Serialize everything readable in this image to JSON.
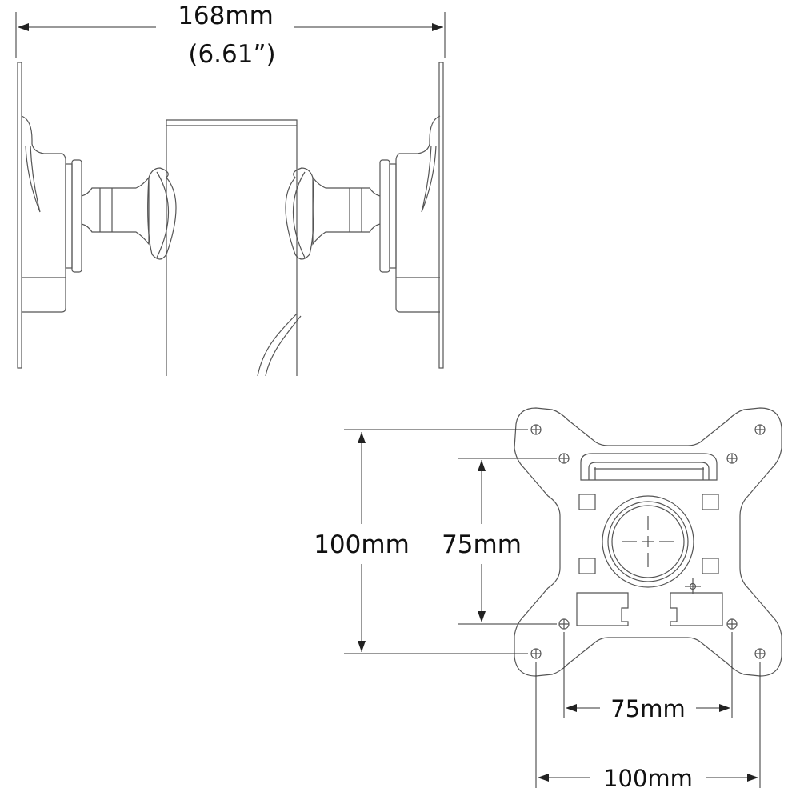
{
  "top_dimension": {
    "metric": "168mm",
    "imperial": "(6.61”)"
  },
  "plate_dimensions": {
    "vertical_outer": "100mm",
    "vertical_inner": "75mm",
    "horizontal_inner": "75mm",
    "horizontal_outer": "100mm"
  }
}
